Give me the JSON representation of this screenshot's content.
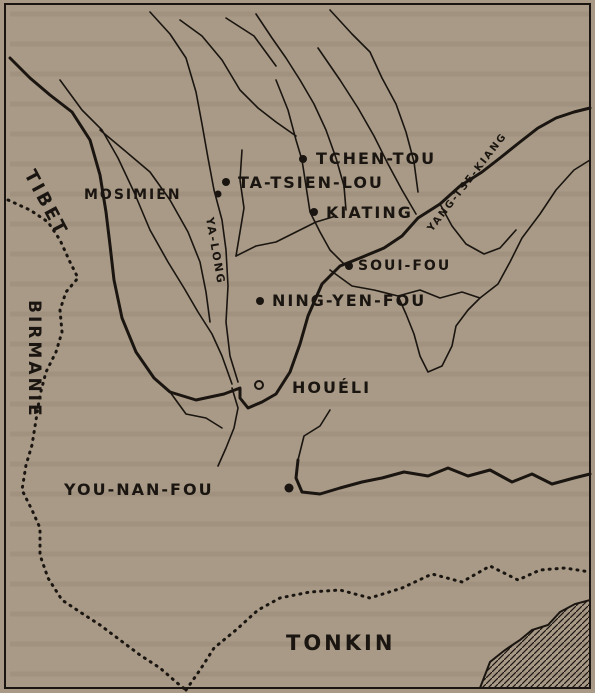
{
  "colors": {
    "paper": "#a89a86",
    "ink": "#1a1510",
    "ghost_text": "#8c7f6d"
  },
  "cities": [
    {
      "name": "TCHEN-TOU"
    },
    {
      "name": "TA-TSIEN-LOU"
    },
    {
      "name": "MOSIMIEN"
    },
    {
      "name": "KIATING"
    },
    {
      "name": "SOUI-FOU"
    },
    {
      "name": "NING-YEN-FOU"
    },
    {
      "name": "HOUÉLI"
    },
    {
      "name": "YOU-NAN-FOU"
    }
  ],
  "rivers": [
    {
      "name": "YA-LONG"
    },
    {
      "name": "YANG-TSE-KIANG"
    }
  ],
  "regions": [
    {
      "name": "TIBET"
    },
    {
      "name": "BIRMANIE"
    },
    {
      "name": "TONKIN"
    }
  ]
}
